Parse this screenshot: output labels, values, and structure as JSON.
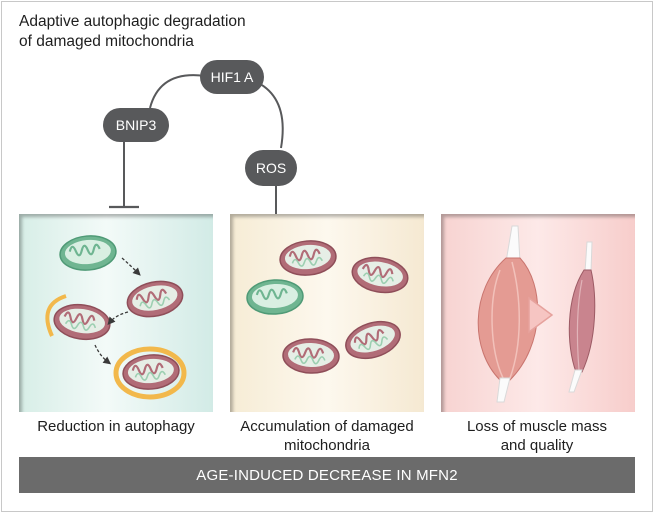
{
  "heading": "Adaptive autophagic degradation of damaged mitochondria",
  "nodes": {
    "hif1a": "HIF1 A",
    "bnip3": "BNIP3",
    "ros": "ROS"
  },
  "panels": [
    {
      "caption": "Reduction in autophagy"
    },
    {
      "caption": "Accumulation of damaged mitochondria"
    },
    {
      "caption": "Loss of muscle mass and quality"
    }
  ],
  "bottom_bar": "AGE-INDUCED DECREASE IN MFN2",
  "colors": {
    "node_fill": "#58595b",
    "bar_fill": "#6b6b6b",
    "healthy_mito": "#7cbf9d",
    "damaged_mito": "#b7747d",
    "autophagosome": "#f2b84b",
    "muscle": "#d98a86"
  }
}
